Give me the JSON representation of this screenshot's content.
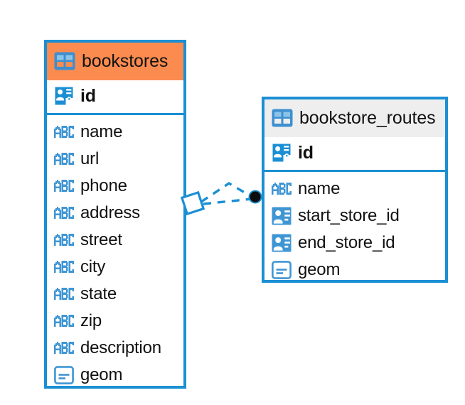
{
  "diagram": {
    "title": "database-er-diagram",
    "colors": {
      "border": "#1b8fd4",
      "accent": "#1b8fd4",
      "header_highlight": "#fb8b4f",
      "header_default": "#eeeeee",
      "text": "#111111",
      "canvas": "#ffffff",
      "endpoint": "#0d0d0d"
    },
    "entities": [
      {
        "name": "bookstores",
        "header_icon": "table-icon",
        "header_style": "highlighted",
        "primary_key": {
          "label": "id",
          "icon": "primary-key-icon"
        },
        "fields": [
          {
            "label": "name",
            "icon": "abc-icon",
            "type": "text"
          },
          {
            "label": "url",
            "icon": "abc-icon",
            "type": "text"
          },
          {
            "label": "phone",
            "icon": "abc-icon",
            "type": "text"
          },
          {
            "label": "address",
            "icon": "abc-icon",
            "type": "text"
          },
          {
            "label": "street",
            "icon": "abc-icon",
            "type": "text"
          },
          {
            "label": "city",
            "icon": "abc-icon",
            "type": "text"
          },
          {
            "label": "state",
            "icon": "abc-icon",
            "type": "text"
          },
          {
            "label": "zip",
            "icon": "abc-icon",
            "type": "text"
          },
          {
            "label": "description",
            "icon": "abc-icon",
            "type": "text"
          },
          {
            "label": "geom",
            "icon": "geometry-icon",
            "type": "geometry"
          }
        ]
      },
      {
        "name": "bookstore_routes",
        "header_icon": "table-icon",
        "header_style": "default",
        "primary_key": {
          "label": "id",
          "icon": "primary-key-icon"
        },
        "fields": [
          {
            "label": "name",
            "icon": "abc-icon",
            "type": "text"
          },
          {
            "label": "start_store_id",
            "icon": "foreign-key-icon",
            "type": "reference"
          },
          {
            "label": "end_store_id",
            "icon": "foreign-key-icon",
            "type": "reference"
          },
          {
            "label": "geom",
            "icon": "geometry-icon",
            "type": "geometry"
          }
        ]
      }
    ],
    "relationship": {
      "source_entity": "bookstores",
      "target_entity": "bookstore_routes",
      "source_marker": "diamond-marker",
      "target_marker": "filled-circle-marker",
      "line_style": "dashed"
    }
  }
}
